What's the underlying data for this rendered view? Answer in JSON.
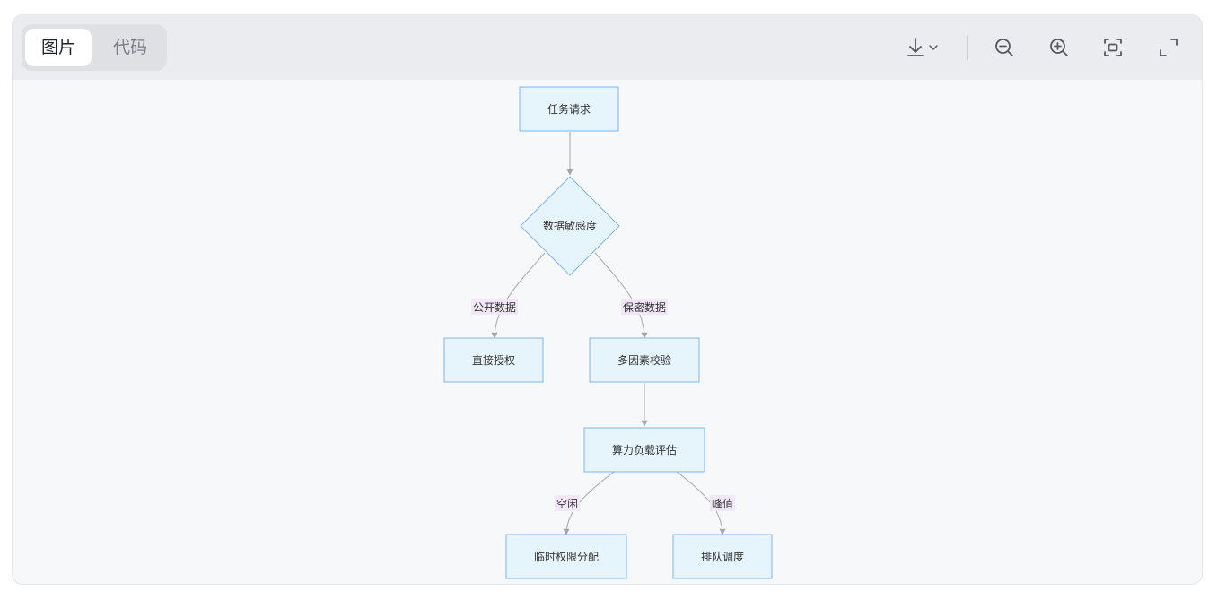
{
  "tabs": {
    "image_label": "图片",
    "code_label": "代码"
  },
  "toolbar_icons": [
    "download-icon",
    "chevron-down-icon",
    "zoom-out-icon",
    "zoom-in-icon",
    "fit-screen-icon",
    "fullscreen-icon"
  ],
  "colors": {
    "node_fill": "#e6f4fc",
    "node_stroke": "#7fb6e8",
    "edge": "#a6a6a6",
    "edge_label_bg": "#f2e7f8"
  },
  "diagram": {
    "nodes": {
      "task_request": "任务请求",
      "data_sensitivity": "数据敏感度",
      "direct_auth": "直接授权",
      "mfa": "多因素校验",
      "compute_load": "算力负载评估",
      "temp_permission": "临时权限分配",
      "queue": "排队调度"
    },
    "edges": {
      "public_data": "公开数据",
      "secret_data": "保密数据",
      "idle": "空闲",
      "peak": "峰值"
    }
  }
}
